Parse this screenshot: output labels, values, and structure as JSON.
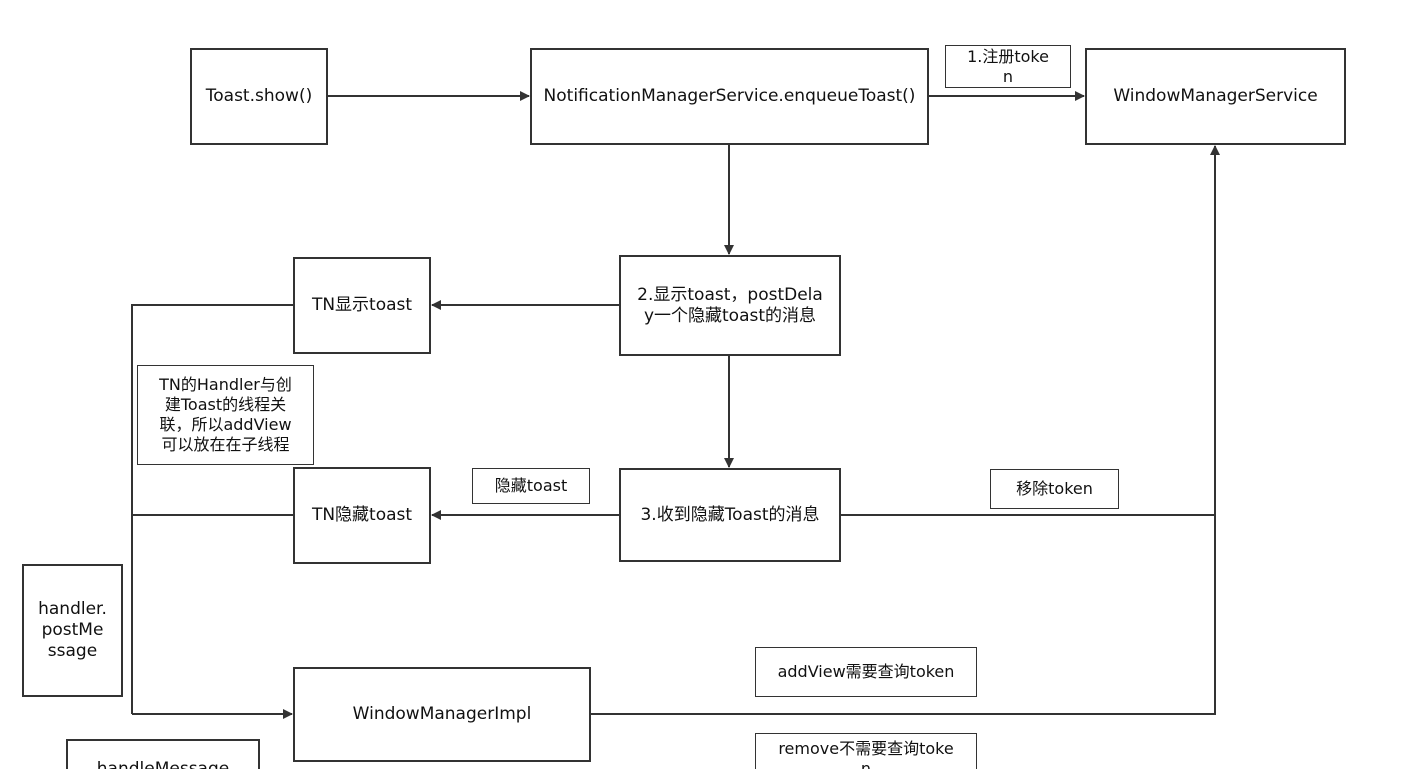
{
  "diagram": {
    "nodes": {
      "toast_show": "Toast.show()",
      "nms_enqueue": "NotificationManagerService.enqueueToast()",
      "wms": "WindowManagerService",
      "step2": "2.显示toast，postDela\ny一个隐藏toast的消息",
      "tn_show": "TN显示toast",
      "step3": "3.收到隐藏Toast的消息",
      "tn_hide": "TN隐藏toast",
      "wmi": "WindowManagerImpl",
      "handler_note": "TN的Handler与创\n建Toast的线程关\n联，所以addView\n可以放在在子线程",
      "handler_post": "handler.\npostMe\nssage",
      "handle_message": "handleMessage"
    },
    "labels": {
      "register_token": "1.注册toke\nn",
      "hide_toast": "隐藏toast",
      "remove_token": "移除token",
      "addview_token": "addView需要查询token",
      "remove_no_token": "remove不需要查询toke\nn"
    }
  }
}
